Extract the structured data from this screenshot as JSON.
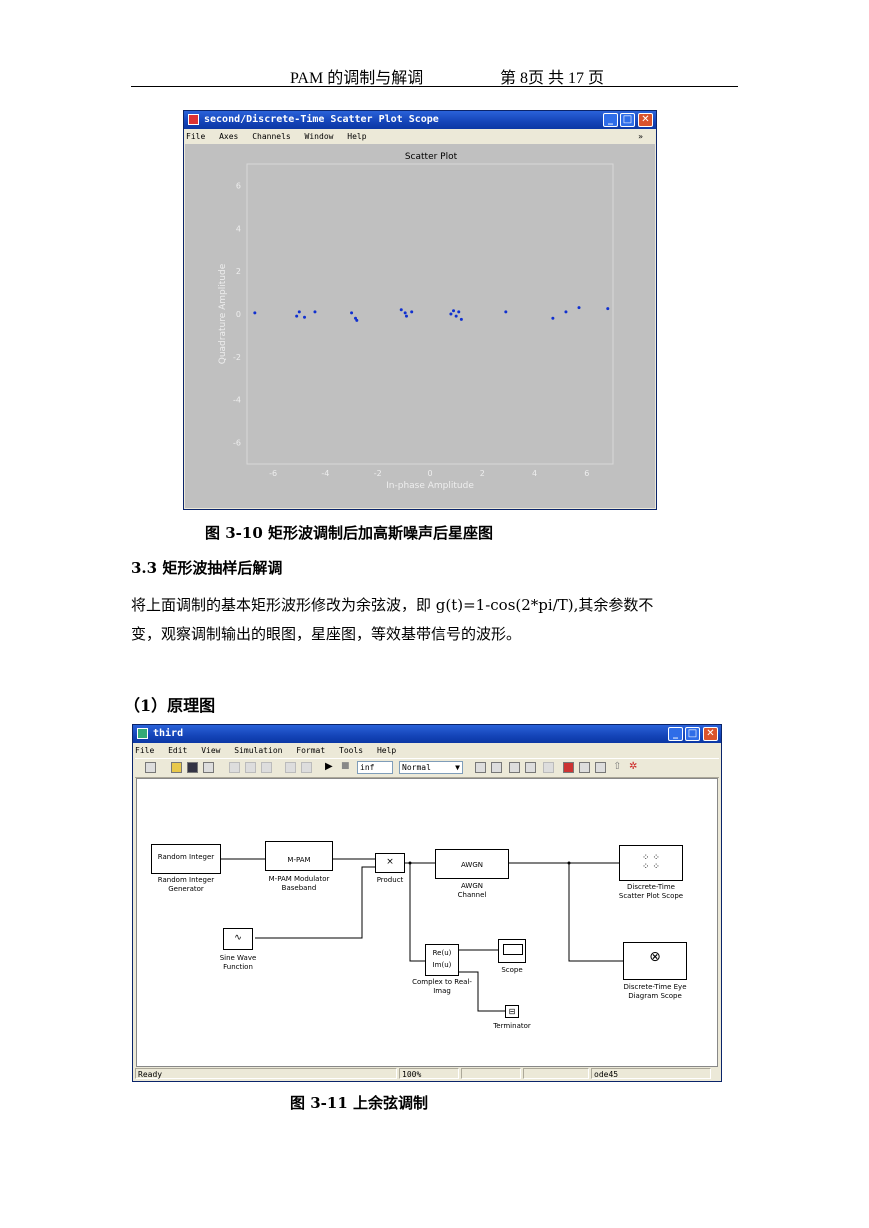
{
  "header": {
    "doc_title": "PAM 的调制与解调",
    "page_info": "第 8页  共 17 页"
  },
  "scatter_window": {
    "title": "second/Discrete-Time Scatter Plot Scope",
    "menu": [
      "File",
      "Axes",
      "Channels",
      "Window",
      "Help"
    ],
    "chart_data": {
      "type": "scatter",
      "title": "Scatter Plot",
      "xlabel": "In-phase Amplitude",
      "ylabel": "Quadrature Amplitude",
      "xlim": [
        -7,
        7
      ],
      "ylim": [
        -7,
        7
      ],
      "xticks": [
        "-6",
        "-4",
        "-2",
        "0",
        "2",
        "4",
        "6"
      ],
      "yticks": [
        "6",
        "4",
        "2",
        "0",
        "-2",
        "-4",
        "-6"
      ],
      "points": [
        {
          "x": -6.7,
          "y": 0.05
        },
        {
          "x": -5.0,
          "y": 0.1
        },
        {
          "x": -4.8,
          "y": -0.15
        },
        {
          "x": -4.4,
          "y": 0.1
        },
        {
          "x": -5.1,
          "y": -0.1
        },
        {
          "x": -3.0,
          "y": 0.05
        },
        {
          "x": -2.85,
          "y": -0.2
        },
        {
          "x": -2.8,
          "y": -0.3
        },
        {
          "x": -1.1,
          "y": 0.2
        },
        {
          "x": -0.95,
          "y": 0.05
        },
        {
          "x": -0.9,
          "y": -0.1
        },
        {
          "x": -0.7,
          "y": 0.1
        },
        {
          "x": 0.8,
          "y": 0.0
        },
        {
          "x": 1.0,
          "y": -0.1
        },
        {
          "x": 1.1,
          "y": 0.1
        },
        {
          "x": 1.2,
          "y": -0.25
        },
        {
          "x": 0.9,
          "y": 0.15
        },
        {
          "x": 4.7,
          "y": -0.2
        },
        {
          "x": 5.2,
          "y": 0.1
        },
        {
          "x": 5.7,
          "y": 0.3
        },
        {
          "x": 6.8,
          "y": 0.25
        },
        {
          "x": 2.9,
          "y": 0.1
        }
      ],
      "grid": false,
      "marker_color": "#1030d0",
      "background": "#c0c0c0"
    }
  },
  "caption_fig_3_10": "图 3-10 矩形波调制后加高斯噪声后星座图",
  "section_3_3": "3.3 矩形波抽样后解调",
  "paragraph_line1": "将上面调制的基本矩形波形修改为余弦波，即 g(t)=1-cos(2*pi/T),其余参数不",
  "paragraph_line2": "变，观察调制输出的眼图，星座图，等效基带信号的波形。",
  "subheading": "（1）原理图",
  "simulink_window": {
    "title": "third",
    "menu": [
      "File",
      "Edit",
      "View",
      "Simulation",
      "Format",
      "Tools",
      "Help"
    ],
    "stop_time": "inf",
    "sim_mode": "Normal",
    "status": {
      "left": "Ready",
      "zoom": "100%",
      "solver": "ode45"
    },
    "blocks": {
      "random_integer": {
        "icon": "Random Integer",
        "label": "Random Integer Generator"
      },
      "mpam": {
        "icon": "M-PAM",
        "label": "M-PAM Modulator Baseband"
      },
      "product": {
        "icon": "×",
        "label": "Product"
      },
      "awgn": {
        "icon": "AWGN",
        "label": "AWGN Channel"
      },
      "scatter_scope": {
        "label": "Discrete-Time Scatter Plot Scope"
      },
      "sine_wave": {
        "label": "Sine Wave Function"
      },
      "complex_to_realimag": {
        "icon_re": "Re(u)",
        "icon_im": "Im(u)",
        "label": "Complex to Real-Imag"
      },
      "scope": {
        "label": "Scope"
      },
      "eye_scope": {
        "label": "Discrete-Time Eye Diagram Scope"
      },
      "terminator": {
        "label": "Terminator"
      }
    }
  },
  "caption_fig_3_11": "图 3-11   上余弦调制",
  "colors": {
    "titlebar": "#1444b8",
    "window_bg": "#ece9d8",
    "plot_bg": "#c0c0c0",
    "marker": "#1030d0"
  }
}
